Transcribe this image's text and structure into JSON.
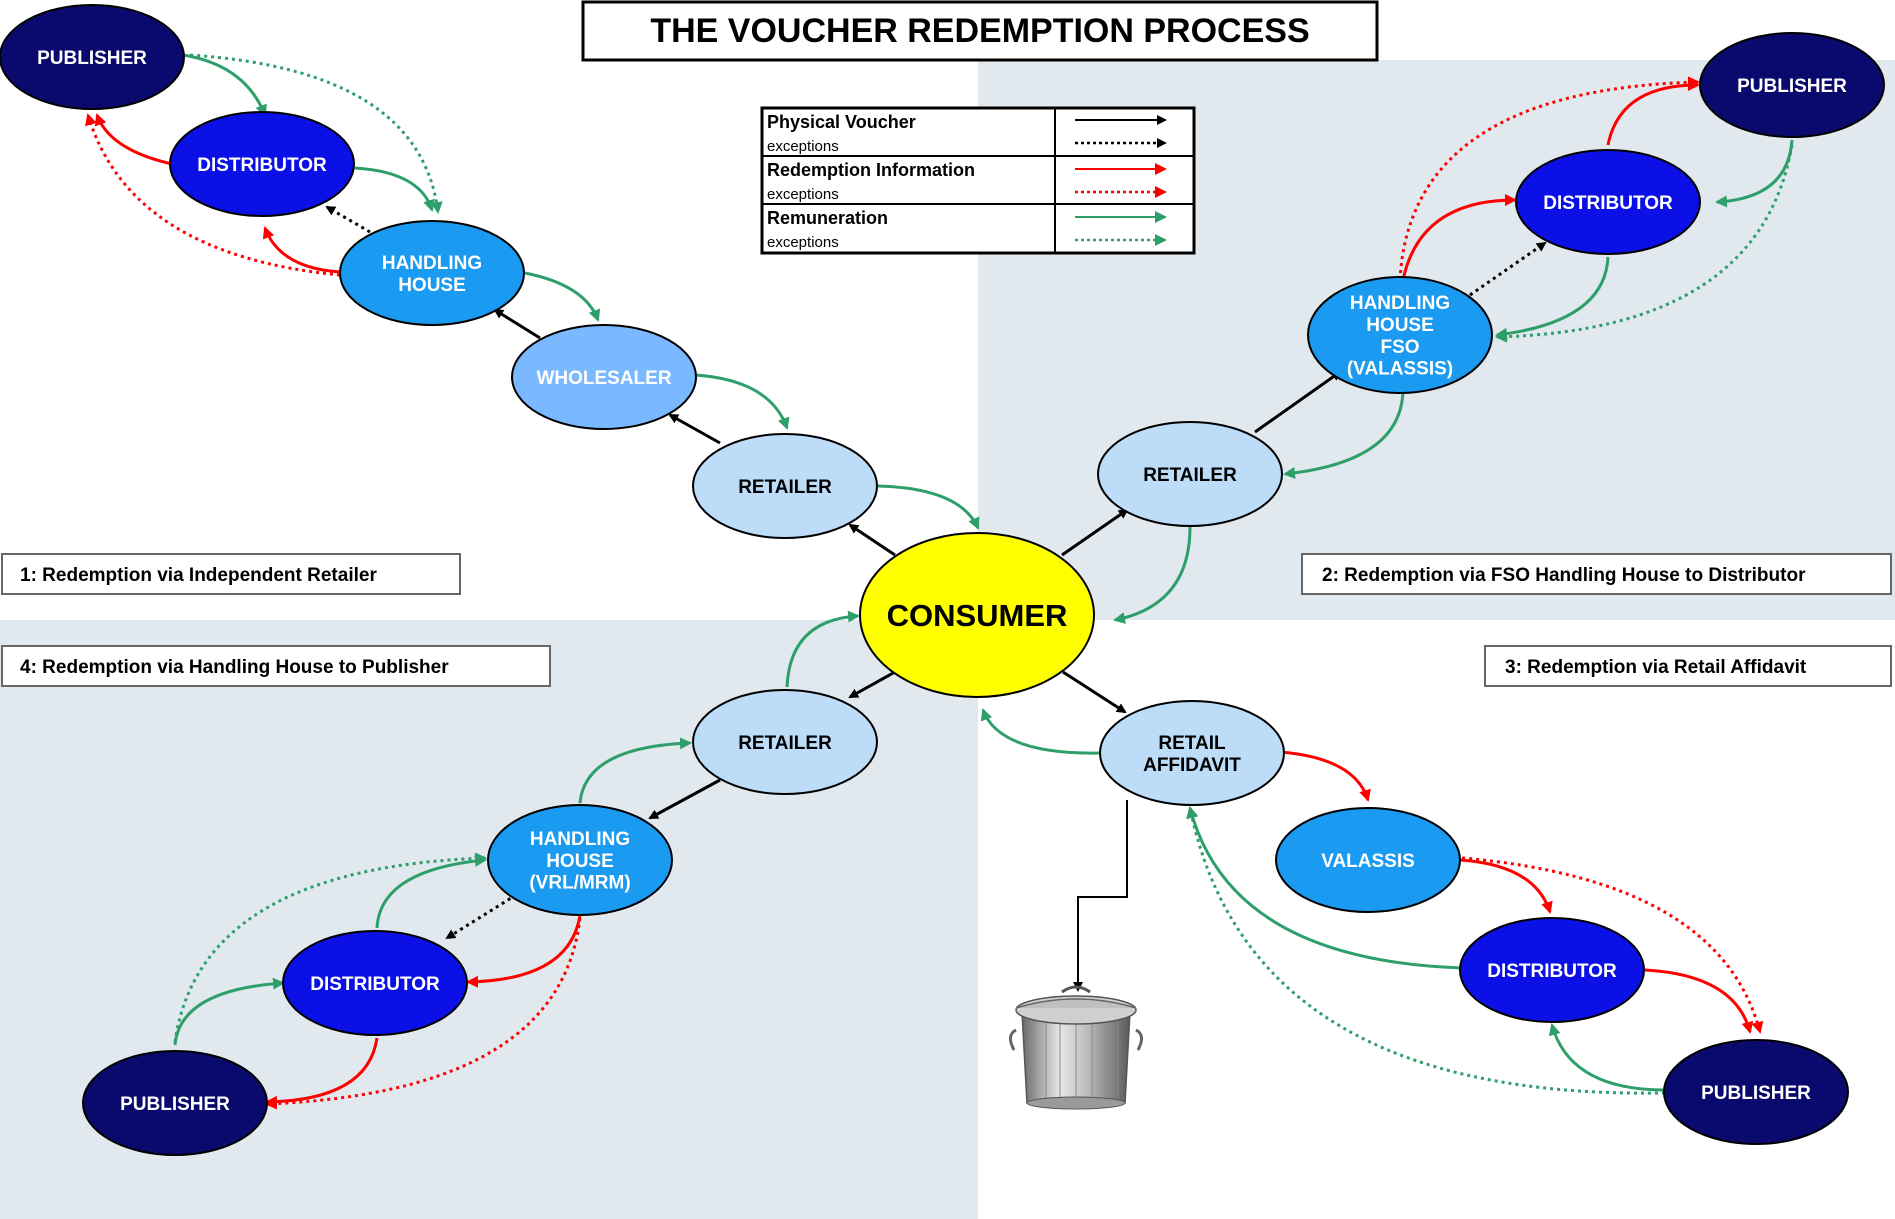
{
  "title": "THE VOUCHER REDEMPTION PROCESS",
  "legend": {
    "rows": [
      {
        "label": "Physical Voucher",
        "sub": "exceptions",
        "color": "#000000"
      },
      {
        "label": "Redemption Information",
        "sub": "exceptions",
        "color": "#ff0000"
      },
      {
        "label": "Remuneration",
        "sub": "exceptions",
        "color": "#2e9e6b"
      }
    ]
  },
  "captions": {
    "q1": "1: Redemption via Independent Retailer",
    "q2": "2: Redemption via FSO Handling House to Distributor",
    "q3": "3: Redemption via Retail Affidavit",
    "q4": "4: Redemption via Handling House to Publisher"
  },
  "nodes": {
    "consumer": [
      "CONSUMER"
    ],
    "q1_publisher": [
      "PUBLISHER"
    ],
    "q1_distributor": [
      "DISTRIBUTOR"
    ],
    "q1_handling": [
      "HANDLING",
      "HOUSE"
    ],
    "q1_wholesaler": [
      "WHOLESALER"
    ],
    "q1_retailer": [
      "RETAILER"
    ],
    "q2_publisher": [
      "PUBLISHER"
    ],
    "q2_distributor": [
      "DISTRIBUTOR"
    ],
    "q2_handling": [
      "HANDLING",
      "HOUSE",
      "FSO",
      "(VALASSIS)"
    ],
    "q2_retailer": [
      "RETAILER"
    ],
    "q3_affidavit": [
      "RETAIL",
      "AFFIDAVIT"
    ],
    "q3_valassis": [
      "VALASSIS"
    ],
    "q3_distributor": [
      "DISTRIBUTOR"
    ],
    "q3_publisher": [
      "PUBLISHER"
    ],
    "q4_retailer": [
      "RETAILER"
    ],
    "q4_handling": [
      "HANDLING",
      "HOUSE",
      "(VRL/MRM)"
    ],
    "q4_distributor": [
      "DISTRIBUTOR"
    ],
    "q4_publisher": [
      "PUBLISHER"
    ]
  },
  "colors": {
    "publisher": "#0a0a6e",
    "distributor": "#0a10e6",
    "handling": "#1a9af0",
    "wholesaler": "#7ab8ff",
    "retailer": "#bcdcf8",
    "consumer": "#ffff00",
    "background_shade": "#e1e9ee",
    "physical": "#000000",
    "redemption": "#ff0000",
    "remuneration": "#2e9e6b"
  }
}
